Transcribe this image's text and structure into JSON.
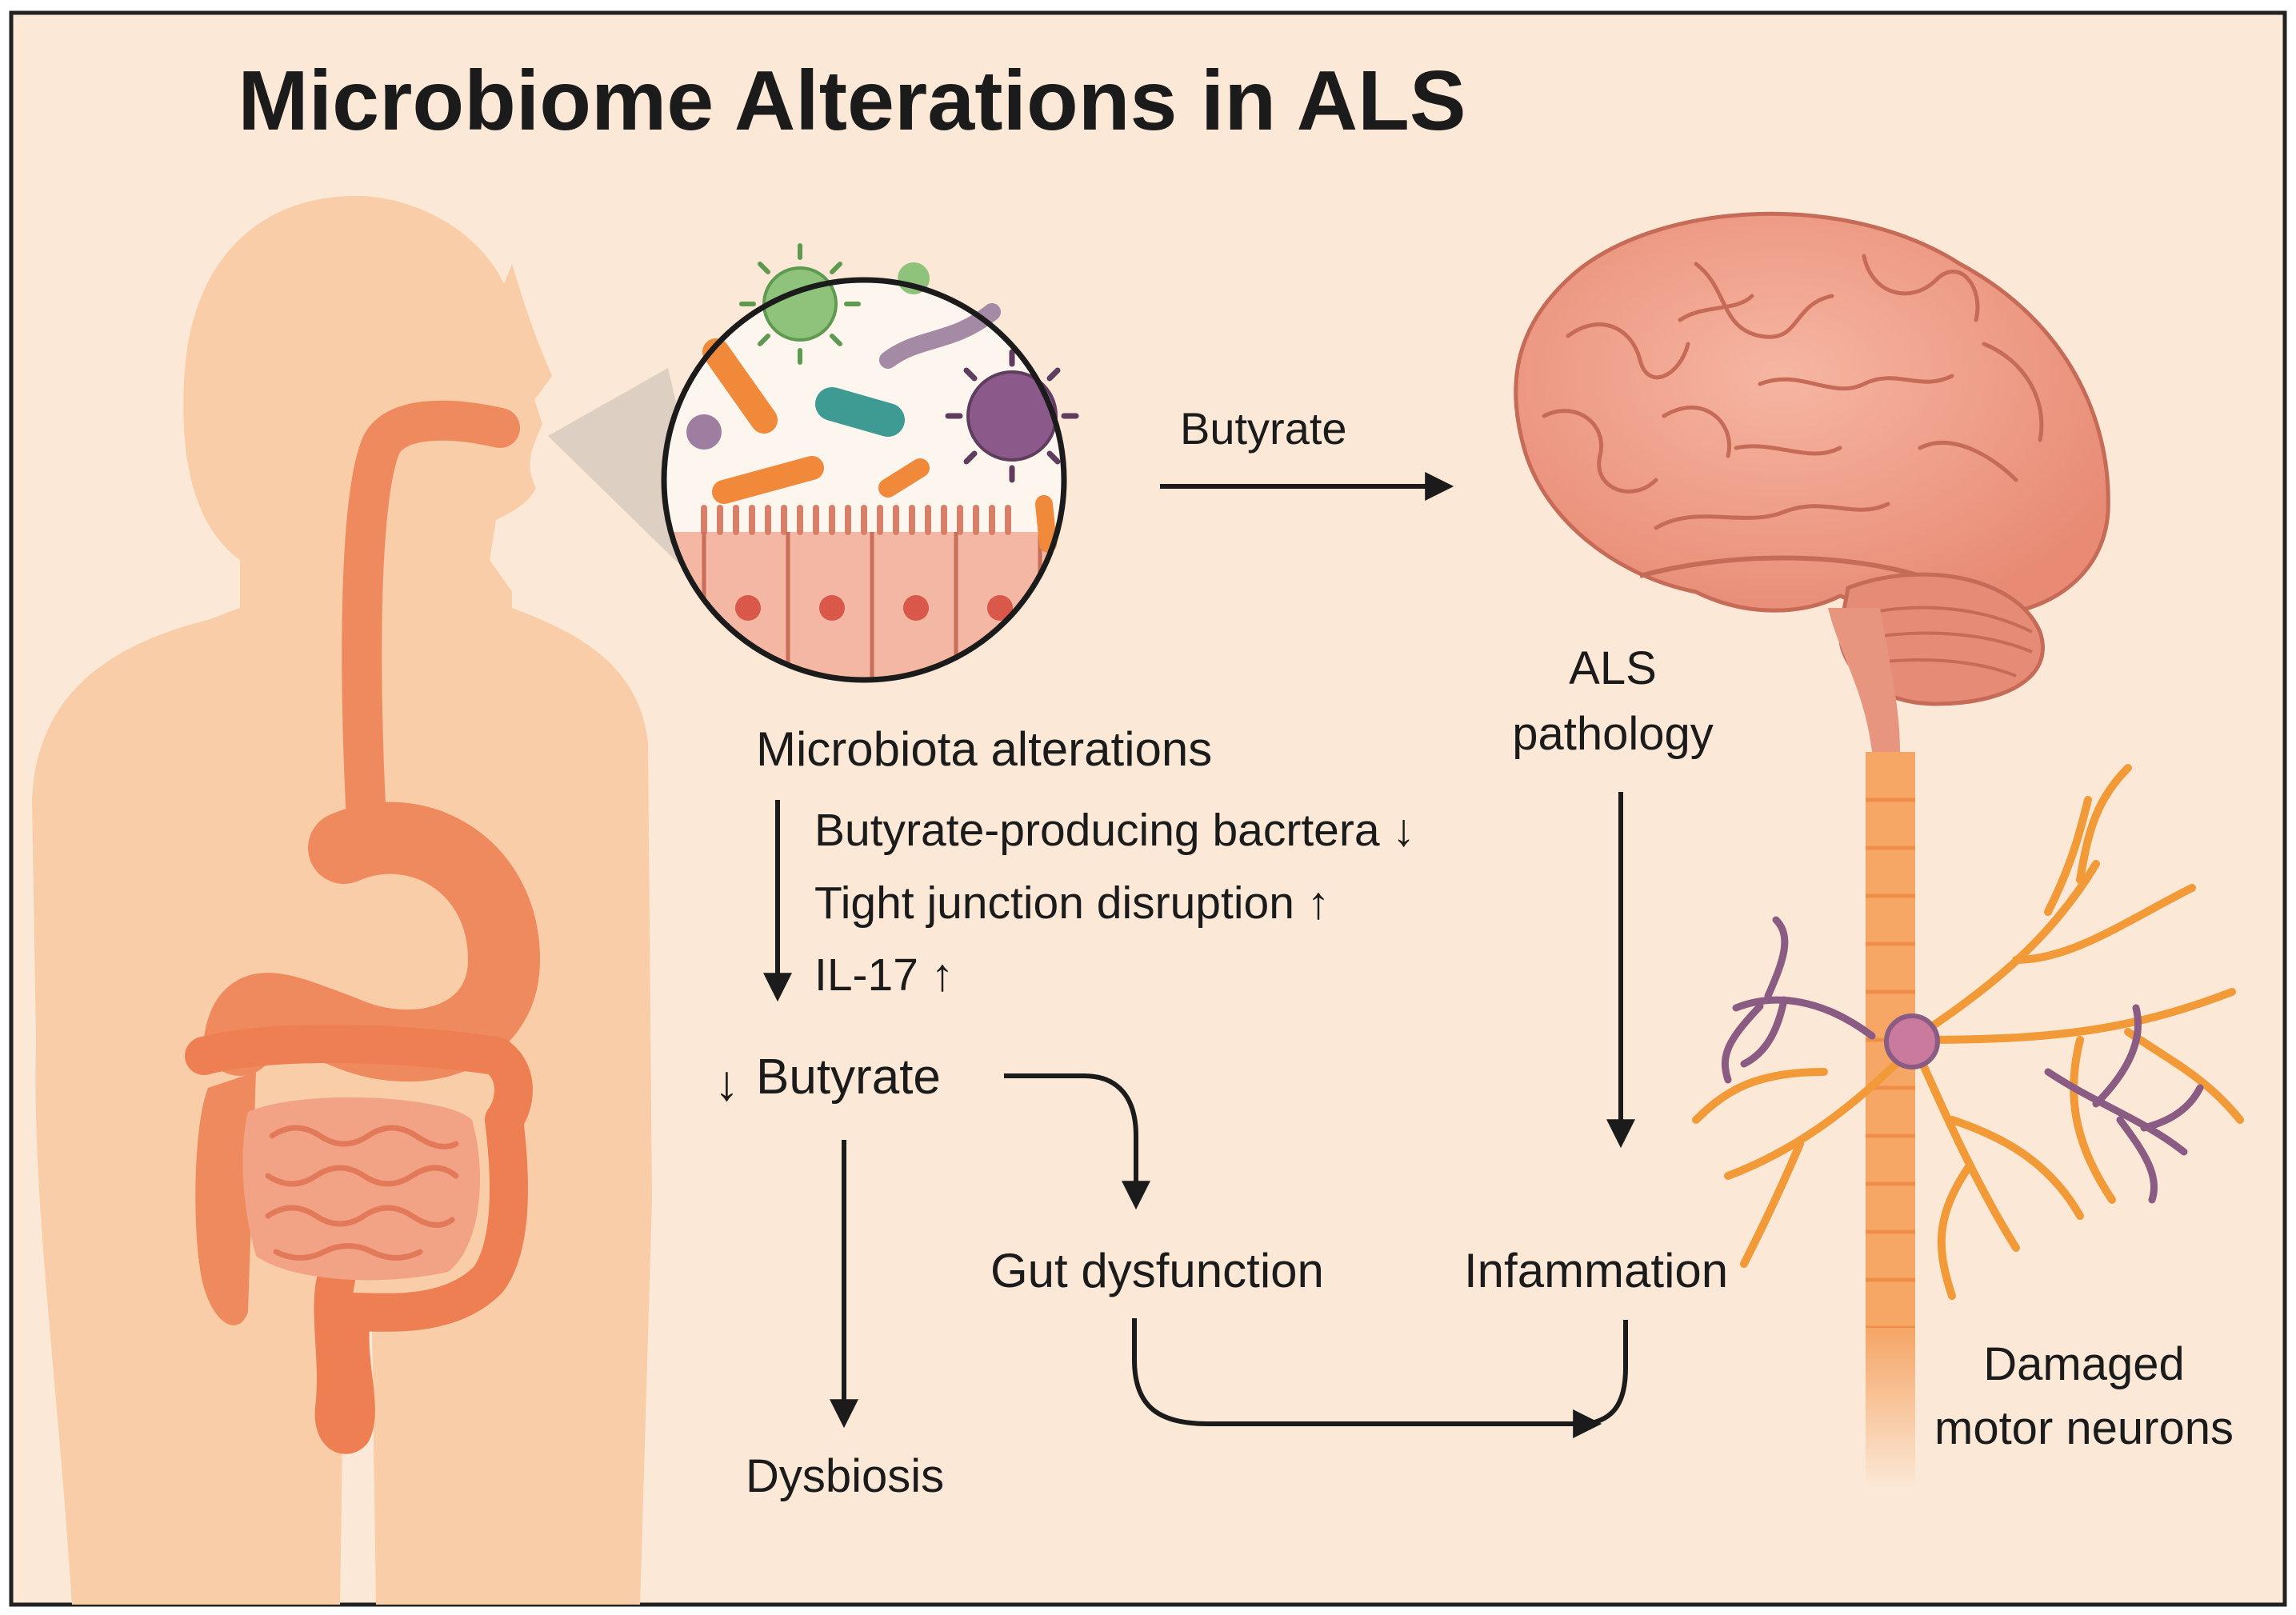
{
  "title": "Microbiome Alterations in ALS",
  "labels": {
    "butyrate_to_brain": "Butyrate",
    "als_pathology_1": "ALS",
    "als_pathology_2": "pathology",
    "microbiota_alterations": "Microbiota alterations",
    "effect_1": "Butyrate-producing bacrtera ↓",
    "effect_2": "Tight junction disruption ↑",
    "effect_3": "IL-17 ↑",
    "butyrate_down_arrow": "↓",
    "butyrate_down": "Butyrate",
    "gut_dysfunction": "Gut dysfunction",
    "inflammation": "Infammation",
    "dysbiosis": "Dysbiosis",
    "damaged_1": "Damaged",
    "damaged_2": "motor neurons"
  },
  "colors": {
    "background": "#fbe8d6",
    "body": "#f8cda8",
    "digestive": "#ef8a5e",
    "brain": "#f1a18c",
    "spine": "#f6a665",
    "neuron": "#f29a38",
    "arrow": "#1b1b1b"
  }
}
